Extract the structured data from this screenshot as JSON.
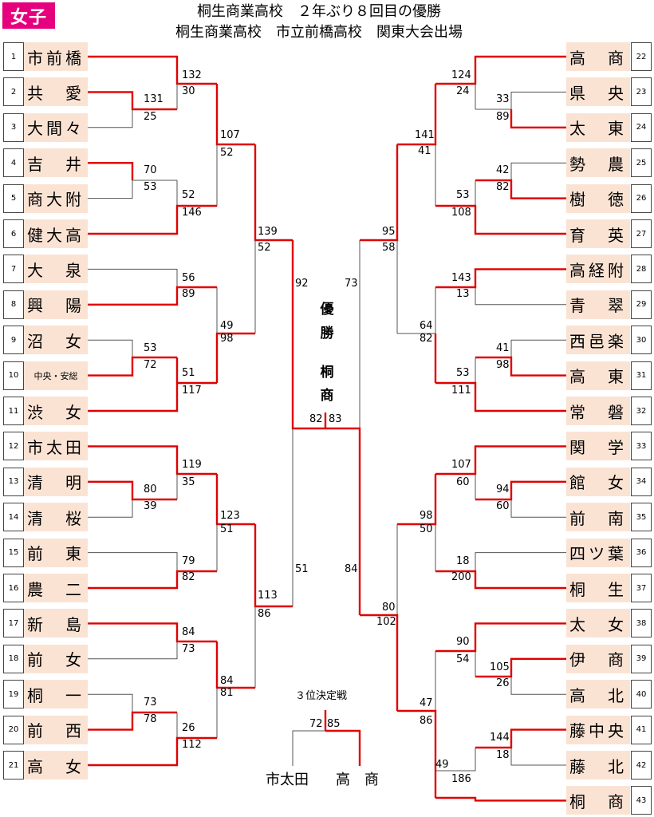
{
  "badge": "女子",
  "header": {
    "line1": "桐生商業高校　２年ぶり８回目の優勝",
    "line2": "桐生商業高校　市立前橋高校　関東大会出場"
  },
  "teams": [
    {
      "seed": "1",
      "name": "市前橋"
    },
    {
      "seed": "2",
      "name": "共　愛"
    },
    {
      "seed": "3",
      "name": "大間々"
    },
    {
      "seed": "4",
      "name": "吉　井"
    },
    {
      "seed": "5",
      "name": "商大附"
    },
    {
      "seed": "6",
      "name": "健大高"
    },
    {
      "seed": "7",
      "name": "大　泉"
    },
    {
      "seed": "8",
      "name": "興　陽"
    },
    {
      "seed": "9",
      "name": "沼　女"
    },
    {
      "seed": "10",
      "name": "中央・安総"
    },
    {
      "seed": "11",
      "name": "渋　女"
    },
    {
      "seed": "12",
      "name": "市太田"
    },
    {
      "seed": "13",
      "name": "清　明"
    },
    {
      "seed": "14",
      "name": "清　桜"
    },
    {
      "seed": "15",
      "name": "前　東"
    },
    {
      "seed": "16",
      "name": "農　二"
    },
    {
      "seed": "17",
      "name": "新　島"
    },
    {
      "seed": "18",
      "name": "前　女"
    },
    {
      "seed": "19",
      "name": "桐　一"
    },
    {
      "seed": "20",
      "name": "前　西"
    },
    {
      "seed": "21",
      "name": "高　女"
    },
    {
      "seed": "22",
      "name": "高　商"
    },
    {
      "seed": "23",
      "name": "県　央"
    },
    {
      "seed": "24",
      "name": "太　東"
    },
    {
      "seed": "25",
      "name": "勢　農"
    },
    {
      "seed": "26",
      "name": "樹　徳"
    },
    {
      "seed": "27",
      "name": "育　英"
    },
    {
      "seed": "28",
      "name": "高経附"
    },
    {
      "seed": "29",
      "name": "青　翠"
    },
    {
      "seed": "30",
      "name": "西邑楽"
    },
    {
      "seed": "31",
      "name": "高　東"
    },
    {
      "seed": "32",
      "name": "常　磐"
    },
    {
      "seed": "33",
      "name": "関　学"
    },
    {
      "seed": "34",
      "name": "館　女"
    },
    {
      "seed": "35",
      "name": "前　南"
    },
    {
      "seed": "36",
      "name": "四ツ葉"
    },
    {
      "seed": "37",
      "name": "桐　生"
    },
    {
      "seed": "38",
      "name": "太　女"
    },
    {
      "seed": "39",
      "name": "伊　商"
    },
    {
      "seed": "40",
      "name": "高　北"
    },
    {
      "seed": "41",
      "name": "藤中央"
    },
    {
      "seed": "42",
      "name": "藤　北"
    },
    {
      "seed": "43",
      "name": "桐　商"
    }
  ],
  "scores": [
    "132",
    "30",
    "131",
    "25",
    "107",
    "52",
    "70",
    "53",
    "52",
    "146",
    "139",
    "52",
    "56",
    "89",
    "49",
    "98",
    "53",
    "72",
    "51",
    "117",
    "92",
    "82",
    "83",
    "73",
    "119",
    "35",
    "80",
    "39",
    "123",
    "51",
    "79",
    "82",
    "113",
    "86",
    "51",
    "84",
    "84",
    "73",
    "84",
    "81",
    "73",
    "78",
    "26",
    "112",
    "124",
    "24",
    "33",
    "89",
    "141",
    "41",
    "42",
    "82",
    "53",
    "108",
    "95",
    "58",
    "143",
    "13",
    "64",
    "82",
    "41",
    "98",
    "53",
    "111",
    "107",
    "60",
    "94",
    "60",
    "98",
    "50",
    "18",
    "200",
    "80",
    "102",
    "90",
    "54",
    "105",
    "26",
    "47",
    "86",
    "144",
    "18",
    "49",
    "186",
    "72",
    "85"
  ],
  "winner": {
    "label1": "優",
    "label2": "勝",
    "team1": "桐",
    "team2": "商"
  },
  "third_place": {
    "title": "３位決定戦",
    "team_a": "市太田",
    "team_b": "高　商"
  }
}
